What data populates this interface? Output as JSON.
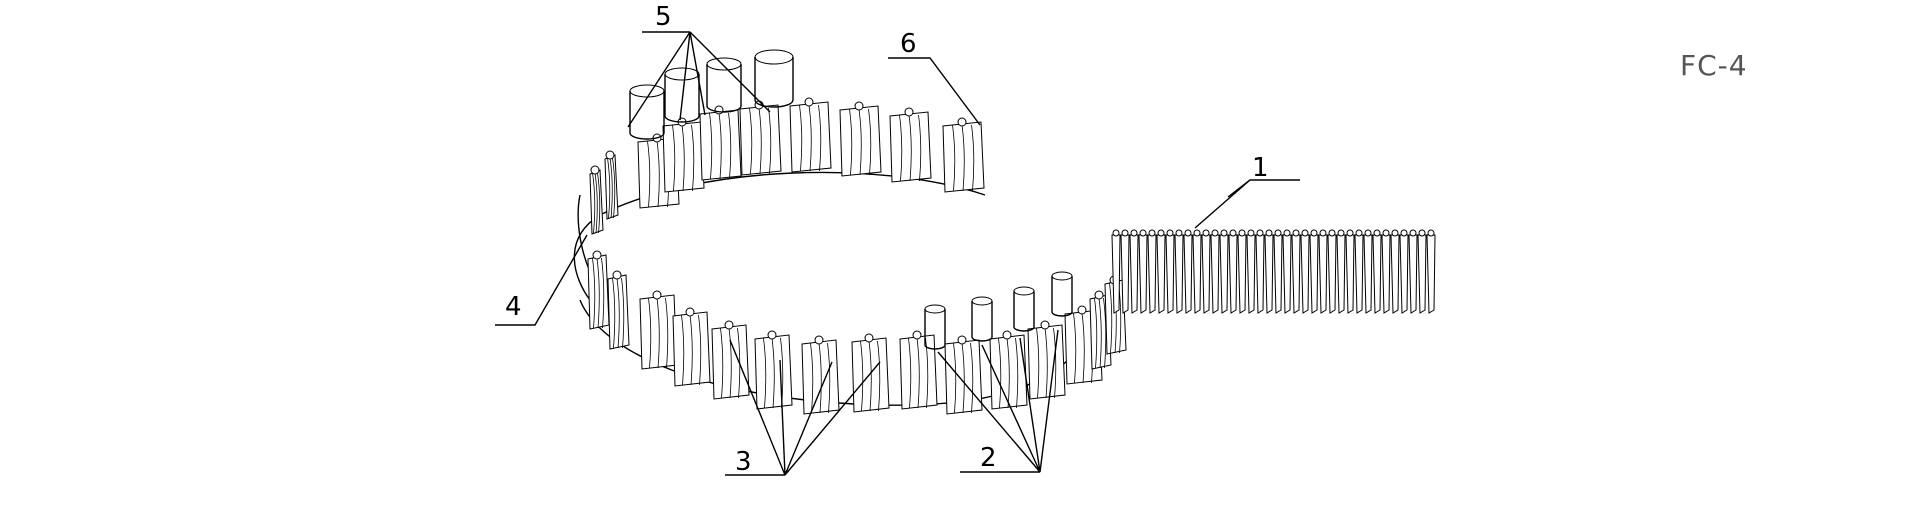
{
  "figure_id": "FC-4",
  "labels": {
    "l1": "1",
    "l2": "2",
    "l3": "3",
    "l4": "4",
    "l5": "5",
    "l6": "6"
  },
  "colors": {
    "ink": "#000000",
    "figure_label": "#555555",
    "background": "#ffffff"
  }
}
